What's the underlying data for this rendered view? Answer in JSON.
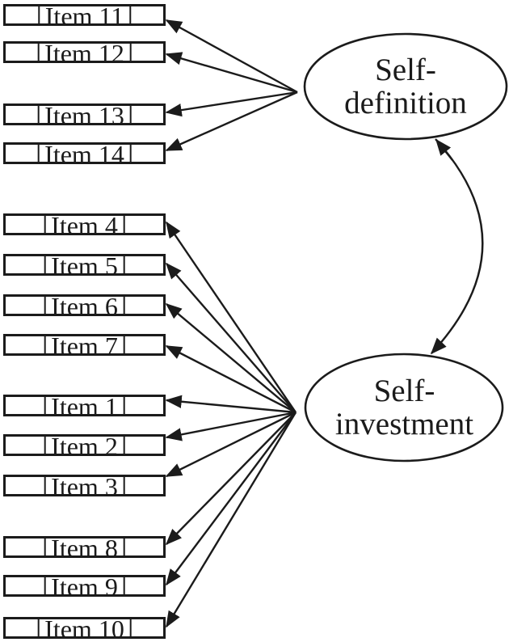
{
  "figure": {
    "type": "structural-equation-model-diagram",
    "background_color": "#ffffff",
    "ink_color": "#1b1b1b"
  },
  "latents": [
    {
      "name": "self-definition",
      "lines": [
        "Self-",
        "definition"
      ]
    },
    {
      "name": "self-investment",
      "lines": [
        "Self-",
        "investment"
      ]
    }
  ],
  "items": [
    {
      "label": "Item 11"
    },
    {
      "label": "Item 12"
    },
    {
      "label": "Item 13"
    },
    {
      "label": "Item 14"
    },
    {
      "label": "Item 4"
    },
    {
      "label": "Item 5"
    },
    {
      "label": "Item 6"
    },
    {
      "label": "Item 7"
    },
    {
      "label": "Item 1"
    },
    {
      "label": "Item 2"
    },
    {
      "label": "Item 3"
    },
    {
      "label": "Item 8"
    },
    {
      "label": "Item 9"
    },
    {
      "label": "Item 10"
    }
  ],
  "edges": {
    "self_definition_indicators": [
      "Item 11",
      "Item 12",
      "Item 13",
      "Item 14"
    ],
    "self_investment_indicators": [
      "Item 4",
      "Item 5",
      "Item 6",
      "Item 7",
      "Item 1",
      "Item 2",
      "Item 3",
      "Item 8",
      "Item 9",
      "Item 10"
    ],
    "correlation": "Self-definition <-> Self-investment"
  }
}
